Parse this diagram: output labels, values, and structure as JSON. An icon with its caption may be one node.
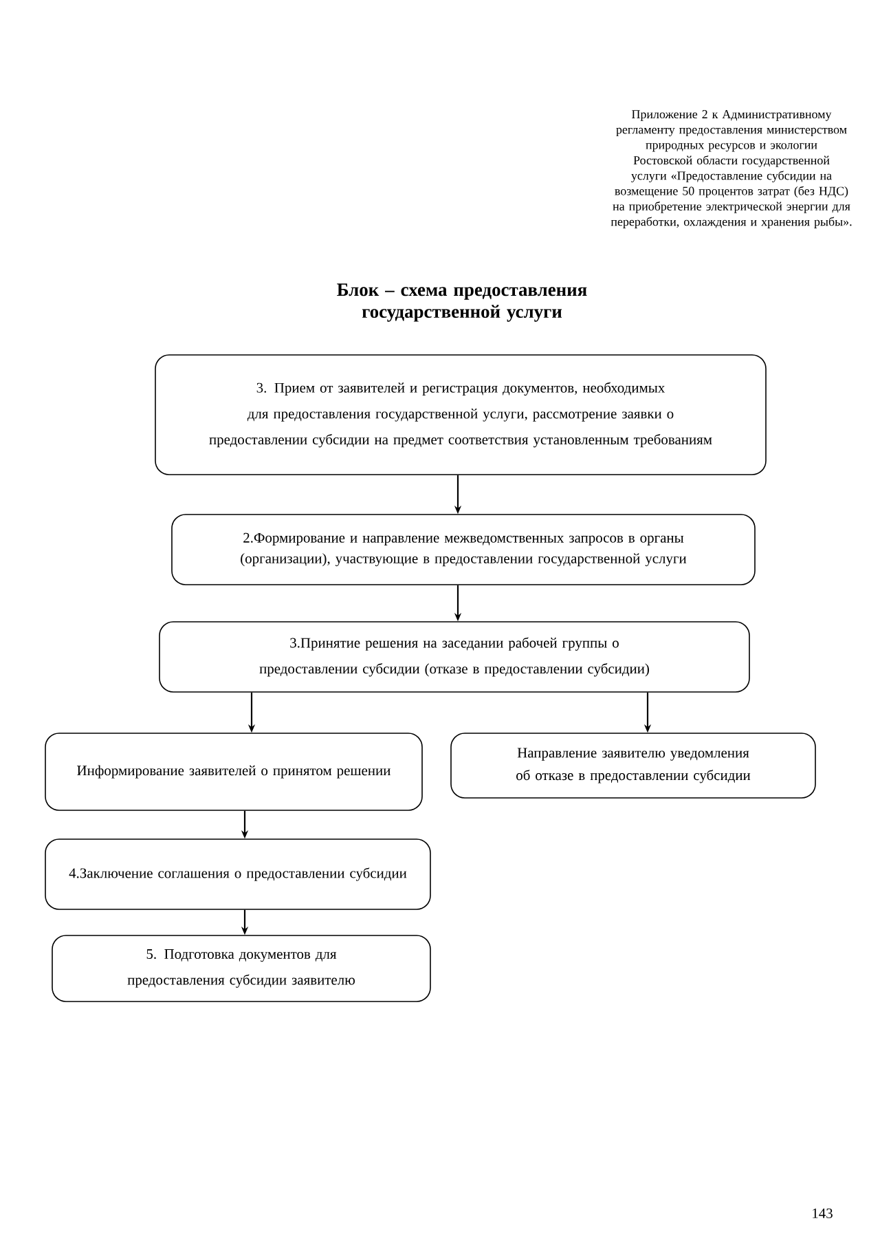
{
  "diagram": {
    "title": "Блок – схема предоставления государственной услуги",
    "nodes": [
      {
        "text": [
          "3.   Прием от заявителей и регистрация документов, необходимых для предоставления государственной услуги, рассмотрение заявки о предоставлении субсидии на предмет  соответствия установленным требованиям"
        ]
      },
      {
        "text": [
          "2.Формирование и направление межведомственных запросов в органы (организации), участвующие в предоставлении государственной услуги"
        ]
      },
      {
        "text": [
          "3.Принятие решения на заседании рабочей группы  о предоставлении субсидии (отказе в предоставлении субсидии)"
        ]
      },
      {
        "text": [
          "Информирование заявителей о принятом решении"
        ]
      },
      {
        "text": [
          "Направление заявителю уведомления об отказе в предоставлении субсидии"
        ]
      },
      {
        "text": [
          "4.Заключение соглашения о предоставлении субсидии"
        ]
      },
      {
        "text": [
          "5. Подготовка документов для предоставления субсидии заявителю"
        ]
      }
    ],
    "edges": [
      {
        "from": 0,
        "to": 1,
        "arrow": "to"
      },
      {
        "from": 1,
        "to": 2,
        "arrow": "to"
      },
      {
        "from": 2,
        "to": 3,
        "arrow": "to"
      },
      {
        "from": 2,
        "to": 4,
        "arrow": "to"
      },
      {
        "from": 3,
        "to": 5,
        "arrow": "to"
      },
      {
        "from": 5,
        "to": 6,
        "arrow": "to"
      }
    ],
    "labels": [
      "Приложение 2 к Административному регламенту предоставления министерством природных ресурсов и экологии Ростовской области государственной услуги «Предоставление субсидии на возмещение 50 процентов затрат (без НДС) на приобретение электрической энергии для переработки, охлаждения и хранения рыбы».",
      "143"
    ]
  }
}
